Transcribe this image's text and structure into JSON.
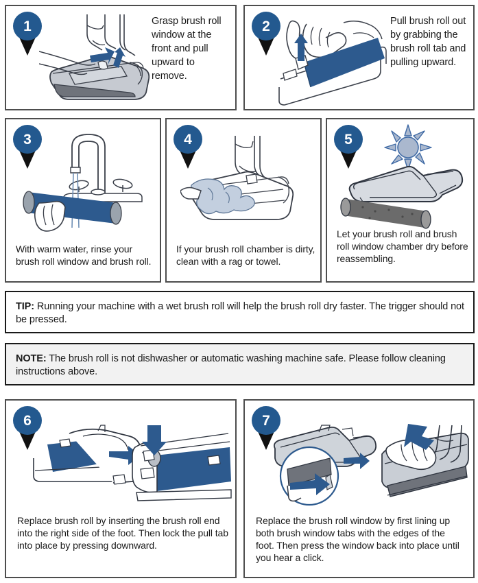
{
  "document": {
    "title": "Brush roll cleaning instructions",
    "colors": {
      "badge_blue": "#23598f",
      "illustration_blue": "#2d5a8e",
      "panel_border": "#4d4d4d",
      "note_border": "#1a1a1a",
      "note_shade": "#f2f2f2",
      "body_gray": "#b9bdc4"
    }
  },
  "steps": [
    {
      "number": "1",
      "text": "Grasp brush roll window at the front and pull upward to remove.",
      "layout": "side-text",
      "art": "vacuum-foot-window-pull"
    },
    {
      "number": "2",
      "text": "Pull brush roll out by grabbing the brush roll tab and pulling upward.",
      "layout": "side-text",
      "art": "hand-pulling-brush-roll"
    },
    {
      "number": "3",
      "text": "With warm water, rinse your brush roll window and brush roll.",
      "layout": "below-text",
      "art": "faucet-rinsing-brush-roll"
    },
    {
      "number": "4",
      "text": "If your brush roll chamber is dirty, clean with a rag or towel.",
      "layout": "below-text",
      "art": "cleaning-chamber-with-rag"
    },
    {
      "number": "5",
      "text": "Let your brush roll and brush roll window chamber dry before reassembling.",
      "layout": "below-text",
      "art": "sun-drying-parts"
    },
    {
      "number": "6",
      "text": "Replace brush roll by inserting the brush roll end into the right side of the foot.  Then lock the pull tab into place by pressing downward.",
      "layout": "below-text",
      "art": "inserting-brush-roll"
    },
    {
      "number": "7",
      "text": "Replace the brush roll window by first lining up both brush window tabs with the edges of the foot. Then press the window back into place until you hear a click.",
      "layout": "below-text",
      "art": "replacing-brush-window"
    }
  ],
  "callouts": [
    {
      "label": "TIP:",
      "text": " Running your machine with a wet brush roll will help the brush roll dry faster. The trigger should not be pressed.",
      "shaded": false
    },
    {
      "label": "NOTE:",
      "text": " The brush roll is not dishwasher or automatic washing machine safe. Please follow cleaning instructions above.",
      "shaded": true
    }
  ]
}
